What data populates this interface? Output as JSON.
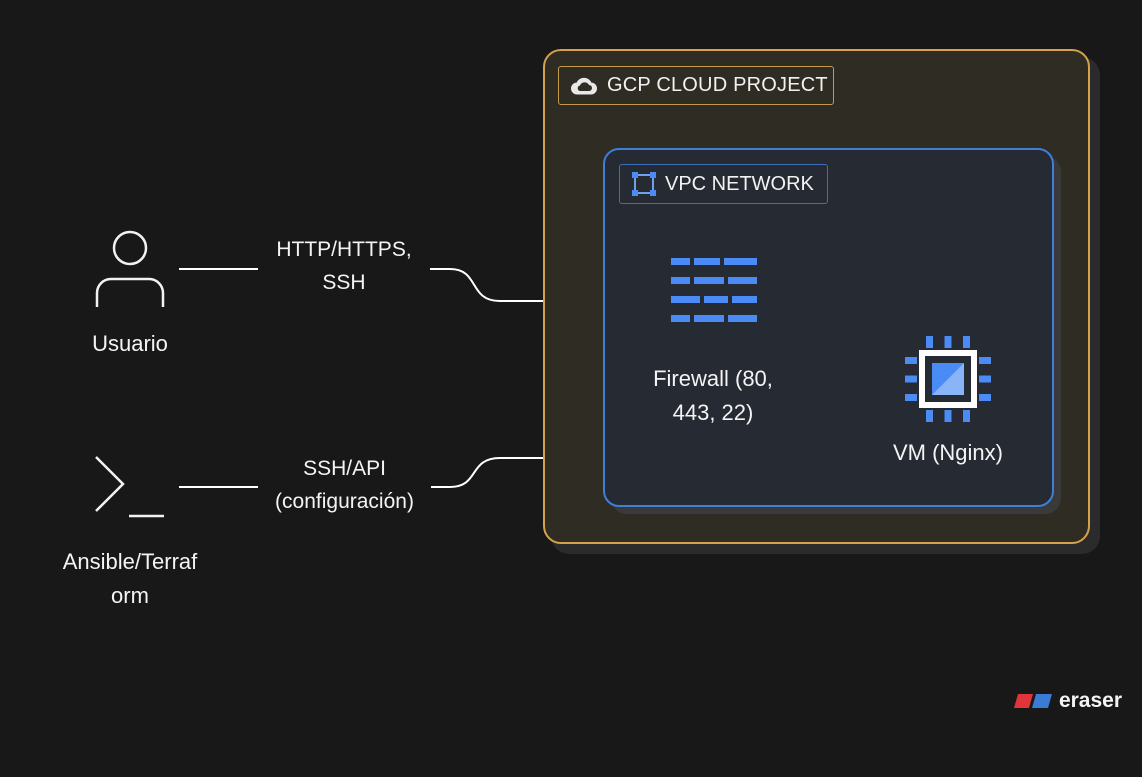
{
  "groups": {
    "gcp_project": {
      "label": "GCP CLOUD PROJECT",
      "icon": "cloud-icon",
      "border_color": "#d4a24c"
    },
    "vpc_network": {
      "label": "VPC NETWORK",
      "icon": "vpc-network-icon",
      "border_color": "#3f7fd6"
    }
  },
  "nodes": {
    "usuario": {
      "label": "Usuario",
      "icon": "user-icon"
    },
    "ansible": {
      "label_line1": "Ansible/Terraf",
      "label_line2": "orm",
      "icon": "terminal-icon"
    },
    "firewall": {
      "label_line1": "Firewall (80,",
      "label_line2": "443, 22)",
      "icon": "firewall-icon",
      "color": "#4b8bf5"
    },
    "vm": {
      "label": "VM (Nginx)",
      "icon": "compute-engine-icon",
      "color": "#4b8bf5"
    }
  },
  "edges": {
    "usuario_to_firewall": {
      "label_line1": "HTTP/HTTPS,",
      "label_line2": "SSH"
    },
    "ansible_to_vm": {
      "label_line1": "SSH/API",
      "label_line2": "(configuración)"
    }
  },
  "brand": {
    "name": "eraser"
  }
}
